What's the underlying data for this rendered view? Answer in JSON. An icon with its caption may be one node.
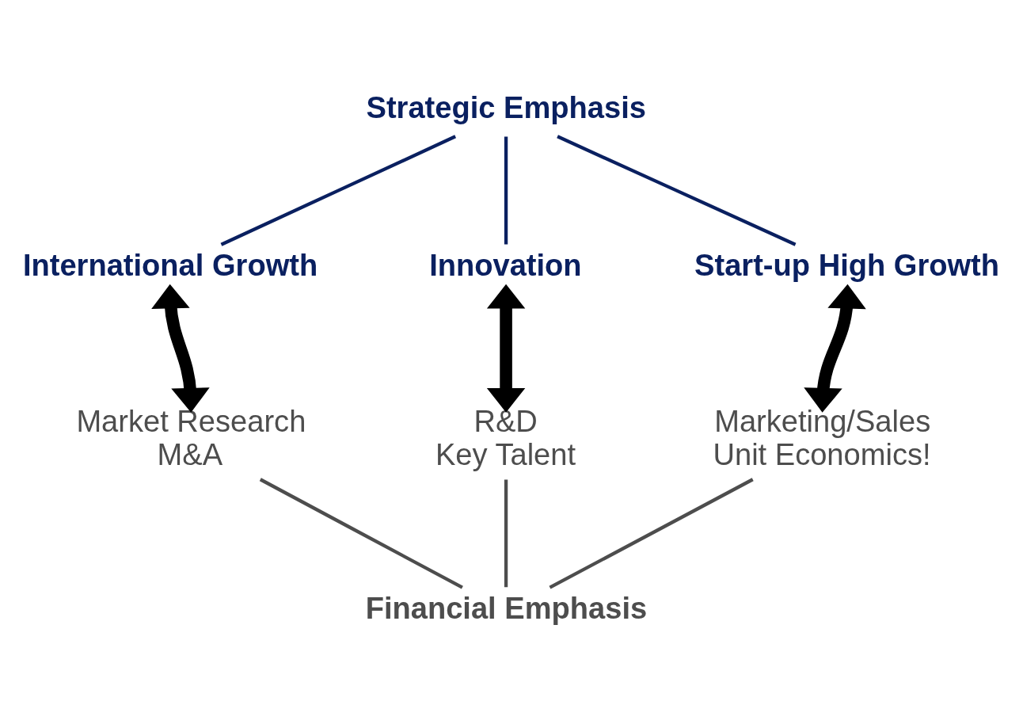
{
  "diagram": {
    "nodes": [
      {
        "text": [
          "Strategic Emphasis"
        ]
      },
      {
        "text": [
          "International Growth"
        ]
      },
      {
        "text": [
          "Innovation"
        ]
      },
      {
        "text": [
          "Start-up High Growth"
        ]
      },
      {
        "text": [
          "Market Research",
          "M&A"
        ]
      },
      {
        "text": [
          "R&D",
          "Key Talent"
        ]
      },
      {
        "text": [
          "Marketing/Sales",
          "Unit Economics!"
        ]
      },
      {
        "text": [
          "Financial Emphasis"
        ]
      }
    ],
    "edges": [
      {
        "from": 0,
        "to": 1,
        "arrow": "none",
        "color": "#0a2060"
      },
      {
        "from": 0,
        "to": 2,
        "arrow": "none",
        "color": "#0a2060"
      },
      {
        "from": 0,
        "to": 3,
        "arrow": "none",
        "color": "#0a2060"
      },
      {
        "from": 1,
        "to": 4,
        "arrow": "both",
        "style": "thick",
        "color": "#000000"
      },
      {
        "from": 2,
        "to": 5,
        "arrow": "both",
        "style": "thick",
        "color": "#000000"
      },
      {
        "from": 3,
        "to": 6,
        "arrow": "both",
        "style": "thick",
        "color": "#000000"
      },
      {
        "from": 4,
        "to": 7,
        "arrow": "none",
        "color": "#4d4d4d"
      },
      {
        "from": 5,
        "to": 7,
        "arrow": "none",
        "color": "#4d4d4d"
      },
      {
        "from": 6,
        "to": 7,
        "arrow": "none",
        "color": "#4d4d4d"
      }
    ]
  }
}
